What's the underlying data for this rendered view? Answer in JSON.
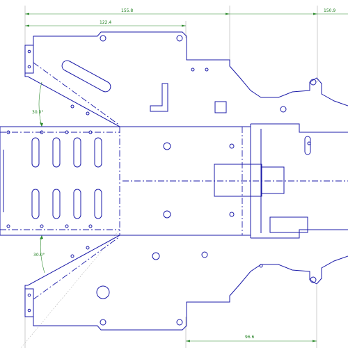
{
  "dimensions": {
    "top_overall": "155.8",
    "top_inner": "122.4",
    "top_right": "150.9",
    "bottom": "96.6",
    "angle_upper": "30.0°",
    "angle_lower": "30.0°"
  },
  "colors": {
    "part_outline": "#1b1ba8",
    "dimension": "#2e8b2e",
    "extension": "#9a9a9a"
  }
}
